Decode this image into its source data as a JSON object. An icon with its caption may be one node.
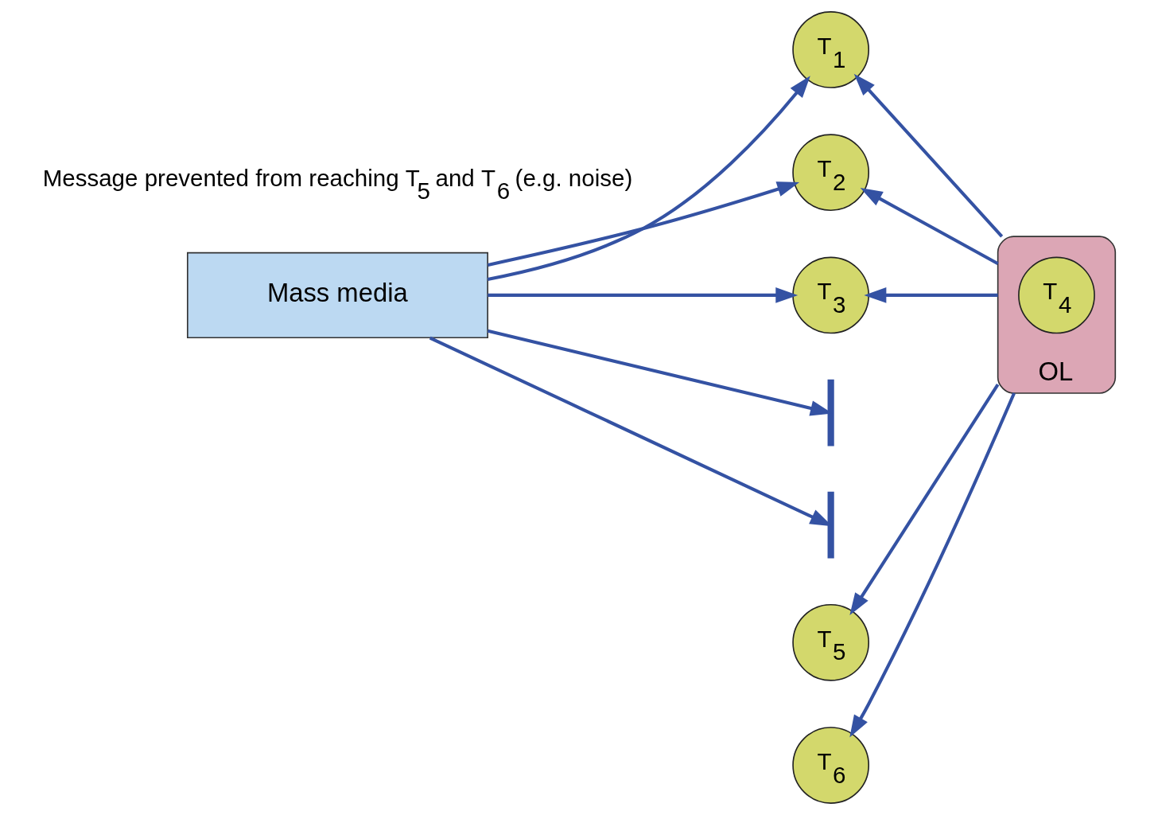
{
  "diagram": {
    "nodes": [
      {
        "text": [
          "Mass media"
        ]
      },
      {
        "text": [
          "T$_{1}$"
        ]
      },
      {
        "text": [
          "T$_{2}$"
        ]
      },
      {
        "text": [
          "T$_{3}$"
        ]
      },
      {
        "text": [],
        "shape": "bar"
      },
      {
        "text": [
          "T$_{5}$"
        ]
      },
      {
        "text": [],
        "shape": "bar"
      },
      {
        "text": [
          "T$_{6}$"
        ]
      },
      {
        "text": [
          "OL"
        ]
      },
      {
        "text": [
          "T$_{4}$"
        ],
        "in": 8
      }
    ],
    "edges": [
      {
        "from": 0,
        "to": 1,
        "arrow": "to"
      },
      {
        "from": 0,
        "to": 2,
        "arrow": "to"
      },
      {
        "from": 0,
        "to": 3,
        "arrow": "to"
      },
      {
        "from": 0,
        "to": 4,
        "arrow": "to"
      },
      {
        "from": 0,
        "to": 6,
        "arrow": "to"
      },
      {
        "from": 8,
        "to": 1,
        "arrow": "to"
      },
      {
        "from": 8,
        "to": 2,
        "arrow": "to"
      },
      {
        "from": 8,
        "to": 3,
        "arrow": "to"
      },
      {
        "from": 8,
        "to": 5,
        "arrow": "to"
      },
      {
        "from": 8,
        "to": 7,
        "arrow": "to"
      }
    ],
    "labels": [
      "Message prevented from reaching T$_{5}$ and T$_{6}$ (e.g. noise)"
    ]
  }
}
